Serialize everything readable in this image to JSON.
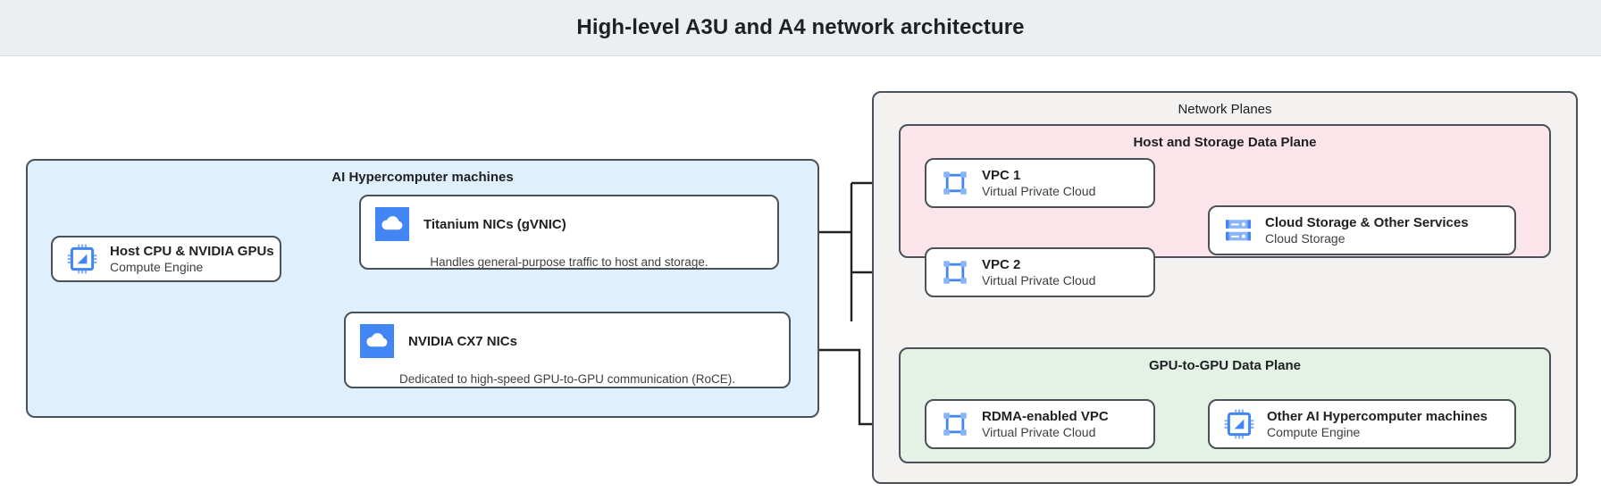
{
  "header": {
    "title": "High-level A3U and A4 network architecture"
  },
  "groups": {
    "ai_machines": {
      "title": "AI Hypercomputer machines"
    },
    "network_planes": {
      "title": "Network Planes"
    },
    "host_storage_plane": {
      "title": "Host and Storage Data Plane"
    },
    "gpu_plane": {
      "title": "GPU-to-GPU Data Plane"
    }
  },
  "nodes": {
    "host_cpu": {
      "title": "Host CPU & NVIDIA GPUs",
      "subtitle": "Compute Engine",
      "icon": "cpu-chip-icon"
    },
    "titanium_nics": {
      "title": "Titanium NICs (gVNIC)",
      "caption": "Handles general-purpose traffic to host and storage.",
      "icon": "cloud-icon"
    },
    "cx7_nics": {
      "title": "NVIDIA CX7 NICs",
      "caption": "Dedicated to high-speed GPU-to-GPU communication (RoCE).",
      "icon": "cloud-icon"
    },
    "vpc1": {
      "title": "VPC 1",
      "subtitle": "Virtual Private Cloud",
      "icon": "vpc-icon"
    },
    "vpc2": {
      "title": "VPC 2",
      "subtitle": "Virtual Private Cloud",
      "icon": "vpc-icon"
    },
    "cloud_storage": {
      "title": "Cloud Storage & Other Services",
      "subtitle": "Cloud Storage",
      "icon": "cloud-storage-icon"
    },
    "rdma_vpc": {
      "title": "RDMA-enabled VPC",
      "subtitle": "Virtual Private Cloud",
      "icon": "vpc-icon"
    },
    "other_machines": {
      "title": "Other AI Hypercomputer machines",
      "subtitle": "Compute Engine",
      "icon": "cpu-chip-icon"
    }
  },
  "colors": {
    "header_bg": "#eceff1",
    "ai_group_bg": "#dfeffc",
    "planes_bg": "#f3f2f1",
    "host_plane_bg": "#fbe4ea",
    "gpu_plane_bg": "#e3f2e4",
    "stroke": "#4a5159",
    "icon_blue": "#4285f4",
    "icon_blue_light": "#8ab4f8"
  }
}
